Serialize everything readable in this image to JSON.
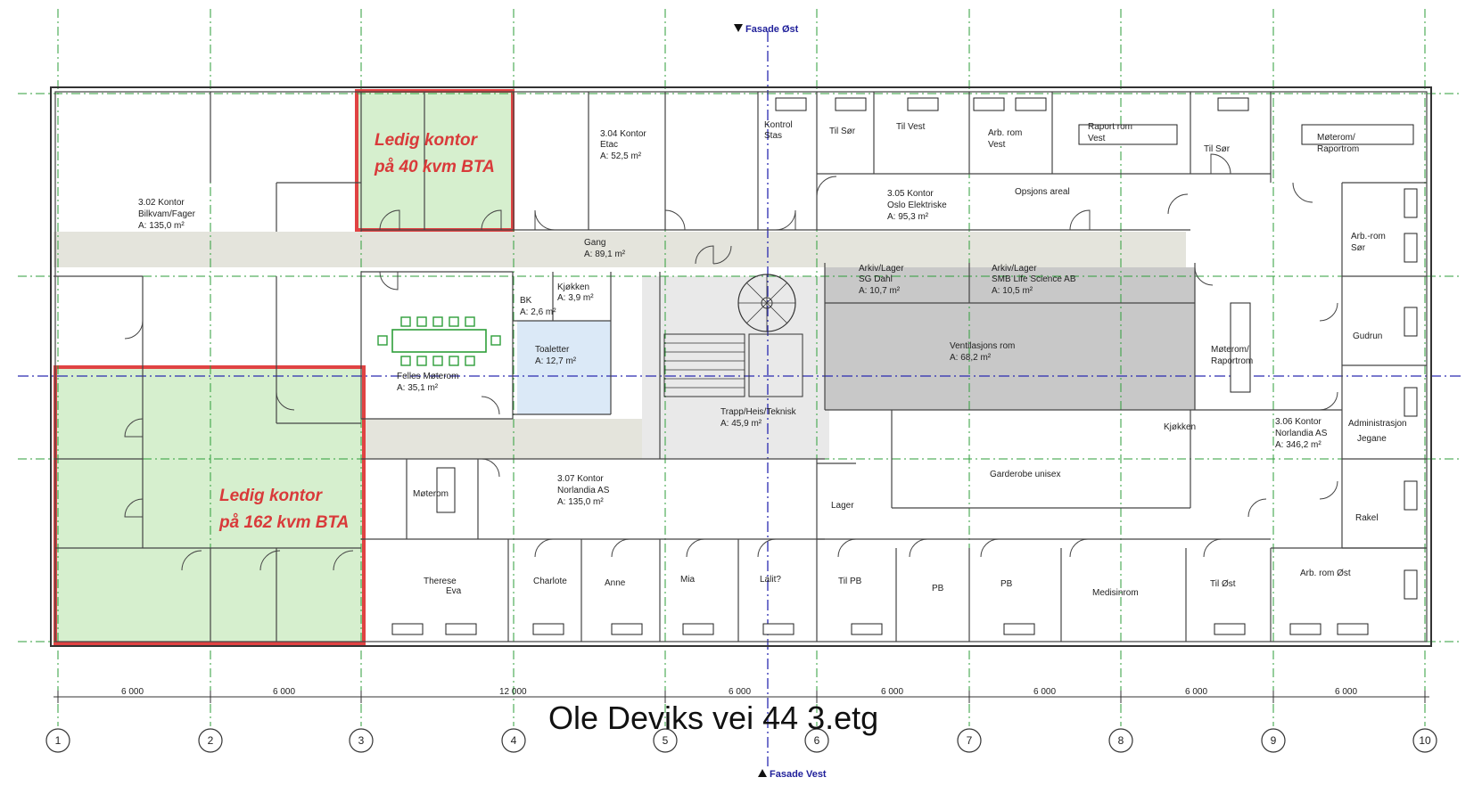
{
  "title": "Ole Deviks vei 44  3.etg",
  "fasade": {
    "east": "Fasade Øst",
    "west": "Fasade Vest"
  },
  "vacancies": [
    {
      "line1": "Ledig kontor",
      "line2": "på 40 kvm BTA"
    },
    {
      "line1": "Ledig kontor",
      "line2": "på 162 kvm BTA"
    }
  ],
  "grid_numbers": [
    "1",
    "2",
    "3",
    "4",
    "5",
    "6",
    "7",
    "8",
    "9",
    "10"
  ],
  "dimensions": [
    "6 000",
    "6 000",
    "12 000",
    "6 000",
    "6 000",
    "6 000",
    "6 000",
    "6 000"
  ],
  "rooms": {
    "kontor_302": {
      "name": "3.02 Kontor",
      "tenant": "Bilkvam/Fager",
      "area": "A:   135,0 m²"
    },
    "kontor_304": {
      "name": "3.04 Kontor",
      "tenant": "Etac",
      "area": "A:   52,5 m²"
    },
    "kontor_305": {
      "name": "3.05 Kontor",
      "tenant": "Oslo Elektriske",
      "area": "A:      95,3 m²"
    },
    "kontor_306": {
      "name": "3.06 Kontor",
      "tenant": "Norlandia AS",
      "area": "A:   346,2 m²"
    },
    "kontor_307": {
      "name": "3.07 Kontor",
      "tenant": "Norlandia AS",
      "area": "A:   135,0 m²"
    },
    "gang": {
      "name": "Gang",
      "area": "A: 89,1 m²"
    },
    "kjokken_small": {
      "name": "Kjøkken",
      "area": "A: 3,9 m²"
    },
    "bk": {
      "name": "BK",
      "area": "A: 2,6 m²"
    },
    "toaletter": {
      "name": "Toaletter",
      "area": "A: 12,7 m²"
    },
    "felles_moterom": {
      "name": "Felles Møterom",
      "area": "A:      35,1 m²"
    },
    "trapp": {
      "name": "Trapp/Heis/Teknisk",
      "area": "A:              45,9 m²"
    },
    "ventilasjon": {
      "name": "Ventilasjons rom",
      "area": "A:          68,2 m²"
    },
    "arkiv_sg": {
      "name": "Arkiv/Lager",
      "tenant": "SG Dahl",
      "area": "A:   10,7 m²"
    },
    "arkiv_smb": {
      "name": "Arkiv/Lager",
      "tenant": "SMB Life Science AB",
      "area": "A:                10,5 m²"
    },
    "opsjons": {
      "name": "Opsjons areal"
    },
    "kontroll": {
      "line1": "Kontrol",
      "line2": "Stas"
    },
    "til_sor_1": {
      "name": "Til Sør"
    },
    "til_vest": {
      "name": "Til Vest"
    },
    "arb_rom_vest": {
      "line1": "Arb. rom",
      "line2": "Vest"
    },
    "raport_vest": {
      "line1": "Raport rom",
      "line2": "Vest"
    },
    "til_sor_2": {
      "name": "Til Sør"
    },
    "moterom_raport": {
      "line1": "Møterom/",
      "line2": "Raportrom"
    },
    "arb_rom_sor": {
      "line1": "Arb.-rom",
      "line2": "Sør"
    },
    "gudrun": {
      "name": "Gudrun"
    },
    "moterom_raport_mid": {
      "line1": "Møterom/",
      "line2": "Raportrom"
    },
    "administrasjon": {
      "line1": "Administrasjon",
      "line2": "Jegane"
    },
    "kjokken_big": {
      "name": "Kjøkken"
    },
    "garderobe": {
      "name": "Garderobe unisex"
    },
    "lager": {
      "name": "Lager"
    },
    "rakel": {
      "name": "Rakel"
    },
    "moterom_small": {
      "name": "Møterom"
    },
    "therese": {
      "line1": "Therese",
      "line2": "Eva"
    },
    "charlote": {
      "name": "Charlote"
    },
    "anne": {
      "name": "Anne"
    },
    "mia": {
      "name": "Mia"
    },
    "lalit": {
      "name": "Lalit?"
    },
    "til_pb": {
      "name": "Til PB"
    },
    "pb1": {
      "name": "PB"
    },
    "pb2": {
      "name": "PB"
    },
    "medisinrom": {
      "name": "Medisinrom"
    },
    "til_ost": {
      "name": "Til Øst"
    },
    "arb_rom_ost": {
      "name": "Arb. rom Øst"
    }
  },
  "colors": {
    "vacant_fill": "#d6efce",
    "vacant_border": "#e04343",
    "corridor": "#e4e4dc",
    "ventilation": "#c8c8c8",
    "grid": "#2e9e3a",
    "axis": "#2a2ab0"
  }
}
